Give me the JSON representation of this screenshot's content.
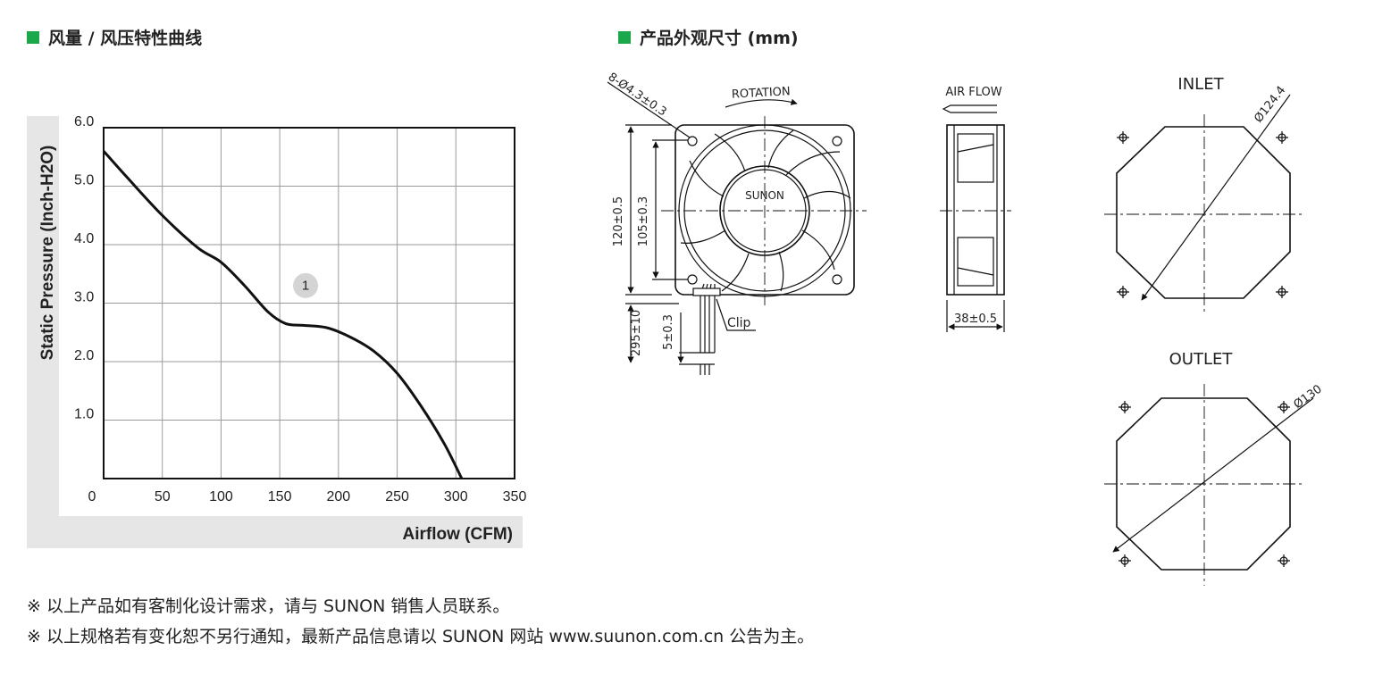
{
  "colors": {
    "accent": "#1aa84b",
    "grid": "#9a9a9a",
    "axis_bg": "#e6e6e6",
    "curve": "#111111"
  },
  "left_heading": "风量 / 风压特性曲线",
  "right_heading": "产品外观尺寸 (mm)",
  "chart_data": {
    "type": "line",
    "title": "",
    "xlabel": "Airflow (CFM)",
    "ylabel": "Static Pressure (Inch-H2O)",
    "xlim": [
      0,
      350
    ],
    "ylim": [
      0,
      6.0
    ],
    "x_ticks": [
      "0",
      "50",
      "100",
      "150",
      "200",
      "250",
      "300",
      "350"
    ],
    "y_ticks": [
      "1.0",
      "2.0",
      "3.0",
      "4.0",
      "5.0",
      "6.0"
    ],
    "grid": true,
    "series": [
      {
        "name": "1",
        "x": [
          0,
          20,
          50,
          80,
          100,
          120,
          140,
          155,
          170,
          190,
          210,
          230,
          250,
          270,
          290,
          305
        ],
        "y": [
          5.6,
          5.15,
          4.5,
          3.95,
          3.7,
          3.3,
          2.85,
          2.65,
          2.62,
          2.58,
          2.42,
          2.18,
          1.8,
          1.25,
          0.6,
          0.0
        ]
      }
    ]
  },
  "drawing": {
    "hole_label": "8-Ø4.3±0.3",
    "rotation_label": "ROTATION",
    "brand_label": "SUNON",
    "dim_height": "120±0.5",
    "dim_hole_spacing": "105±0.3",
    "dim_lead": "295±10",
    "dim_strip": "5±0.3",
    "clip_label": "Clip",
    "airflow_label": "AIR FLOW",
    "dim_depth": "38±0.5",
    "inlet_label": "INLET",
    "inlet_dia": "Ø124.4",
    "outlet_label": "OUTLET",
    "outlet_dia": "Ø130"
  },
  "notes": [
    "※ 以上产品如有客制化设计需求，请与 SUNON 销售人员联系。",
    "※ 以上规格若有变化恕不另行通知，最新产品信息请以 SUNON 网站 www.suunon.com.cn 公告为主。"
  ]
}
